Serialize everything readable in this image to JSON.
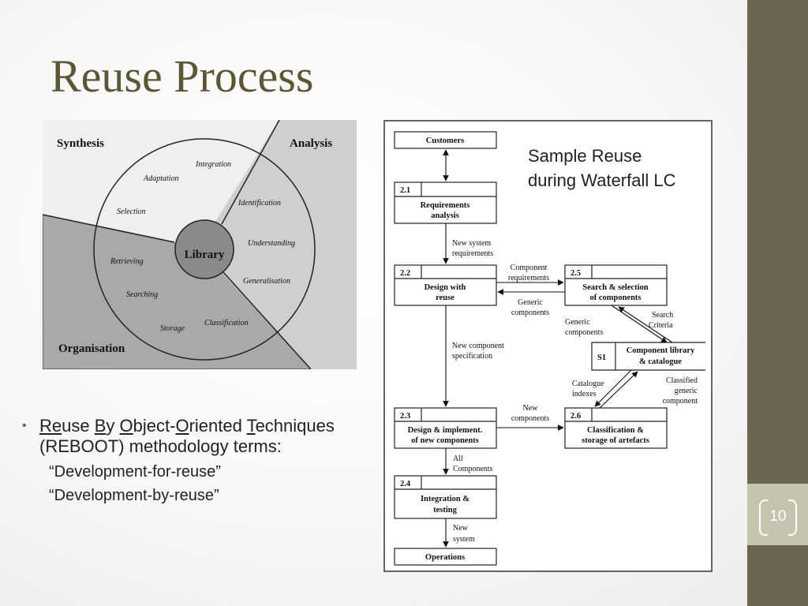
{
  "slide": {
    "title": "Reuse Process",
    "page_number": "10"
  },
  "cycle_diagram": {
    "quadrants": [
      "Synthesis",
      "Analysis",
      "Organisation"
    ],
    "center": "Library",
    "steps": [
      "Integration",
      "Adaptation",
      "Selection",
      "Retrieving",
      "Searching",
      "Storage",
      "Classification",
      "Generalisation",
      "Understanding",
      "Identification"
    ]
  },
  "bullets": {
    "main_parts": [
      "Re",
      "use ",
      "B",
      "y ",
      "O",
      "bject-",
      "O",
      "riented ",
      "T",
      "echniques"
    ],
    "line2": "(REBOOT) methodology terms:",
    "sub": [
      "“Development-for-reuse”",
      "“Development-by-reuse”"
    ]
  },
  "flowchart": {
    "note_line1": "Sample Reuse",
    "note_line2": "during Waterfall LC",
    "customers": "Customers",
    "operations": "Operations",
    "boxes": [
      {
        "id": "2.1",
        "line1": "Requirements",
        "line2": "analysis"
      },
      {
        "id": "2.2",
        "line1": "Design with",
        "line2": "reuse"
      },
      {
        "id": "2.5",
        "line1": "Search & selection",
        "line2": "of components"
      },
      {
        "id": "S1",
        "line1": "Component library",
        "line2": "& catalogue"
      },
      {
        "id": "2.3",
        "line1": "Design & implement.",
        "line2": "of new components"
      },
      {
        "id": "2.6",
        "line1": "Classification &",
        "line2": "storage of artefacts"
      },
      {
        "id": "2.4",
        "line1": "Integration &",
        "line2": "testing"
      }
    ],
    "flows": [
      {
        "line1": "New system",
        "line2": "requirements"
      },
      {
        "line1": "Component",
        "line2": "requirements"
      },
      {
        "line1": "Generic",
        "line2": "components"
      },
      {
        "line1": "Generic",
        "line2": "components"
      },
      {
        "line1": "Search",
        "line2": "Criteria"
      },
      {
        "line1": "New component",
        "line2": "specification"
      },
      {
        "line1": "Catalogue",
        "line2": "indexes"
      },
      {
        "line1": "Classified",
        "line2": "generic",
        "line3": "component"
      },
      {
        "line1": "New",
        "line2": "components"
      },
      {
        "line1": "All",
        "line2": "Components"
      },
      {
        "line1": "New",
        "line2": "system"
      }
    ]
  }
}
